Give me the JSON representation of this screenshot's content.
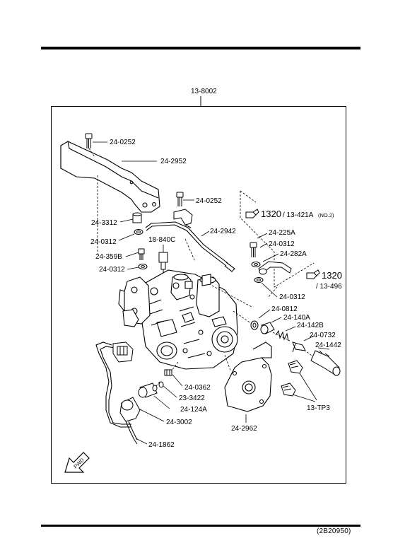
{
  "assembly_number": "13-8002",
  "document_code": "(2B20950)",
  "arrow_label": "FWD",
  "labels": {
    "bolt_top": "24-0252",
    "bracket": "24-2952",
    "bolt_mid": "24-0252",
    "pipe": "24-2942",
    "cap": "24-3312",
    "washer_a": "24-0312",
    "sensor": "18-840C",
    "banjo_bolt": "24-359B",
    "washer_b": "24-0312",
    "ref_1320_a": "1320",
    "ref_1320_a_suffix": "/ 13-421A",
    "ref_no2": "(NO.2)",
    "bolt_right": "24-225A",
    "washer_c": "24-0312",
    "hose_right": "24-282A",
    "ref_1320_b": "1320",
    "ref_1320_b_suffix": "/ 13-496",
    "washer_d": "24-0312",
    "oring_right": "24-0812",
    "piston": "24-140A",
    "spring": "24-142B",
    "valve": "24-0732",
    "cover": "24-1442",
    "fitting_group": "13-TP3",
    "gasket_small": "24-0362",
    "oring_small": "23-3422",
    "switch": "24-124A",
    "solenoid": "24-3002",
    "harness": "24-1862",
    "plate": "24-2962"
  }
}
